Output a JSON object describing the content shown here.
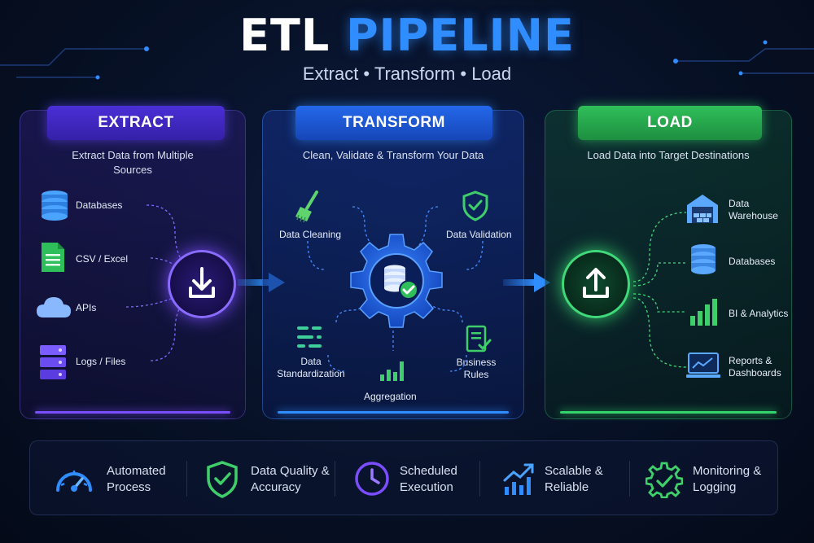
{
  "title": {
    "part1": "ETL",
    "part2": "PIPELINE"
  },
  "subtitle": "Extract • Transform • Load",
  "colors": {
    "extract": "#7a4dff",
    "transform": "#2f8dff",
    "load": "#35d36b",
    "background": "#071126"
  },
  "extract": {
    "header": "EXTRACT",
    "description": "Extract Data from Multiple Sources",
    "hub_icon": "download-icon",
    "sources": [
      {
        "label": "Databases",
        "icon": "database-icon"
      },
      {
        "label": "CSV / Excel",
        "icon": "spreadsheet-icon"
      },
      {
        "label": "APIs",
        "icon": "cloud-icon"
      },
      {
        "label": "Logs / Files",
        "icon": "server-icon"
      }
    ]
  },
  "transform": {
    "header": "TRANSFORM",
    "description": "Clean, Validate & Transform Your Data",
    "hub_icon": "gear-database-check-icon",
    "steps": [
      {
        "label": "Data Cleaning",
        "icon": "broom-icon"
      },
      {
        "label": "Data Validation",
        "icon": "shield-check-icon"
      },
      {
        "label": "Data Standardization",
        "icon": "sliders-icon"
      },
      {
        "label": "Business Rules",
        "icon": "document-check-icon"
      },
      {
        "label": "Aggregation",
        "icon": "bar-chart-icon"
      }
    ]
  },
  "load": {
    "header": "LOAD",
    "description": "Load Data into Target Destinations",
    "hub_icon": "upload-icon",
    "targets": [
      {
        "label": "Data Warehouse",
        "icon": "warehouse-icon"
      },
      {
        "label": "Databases",
        "icon": "database-icon"
      },
      {
        "label": "BI & Analytics",
        "icon": "bar-chart-icon"
      },
      {
        "label": "Reports & Dashboards",
        "icon": "dashboard-icon"
      }
    ]
  },
  "features": [
    {
      "label": "Automated Process",
      "icon": "speedometer-icon"
    },
    {
      "label": "Data Quality & Accuracy",
      "icon": "shield-check-icon"
    },
    {
      "label": "Scheduled Execution",
      "icon": "clock-icon"
    },
    {
      "label": "Scalable & Reliable",
      "icon": "trend-up-icon"
    },
    {
      "label": "Monitoring & Logging",
      "icon": "gear-check-icon"
    }
  ]
}
